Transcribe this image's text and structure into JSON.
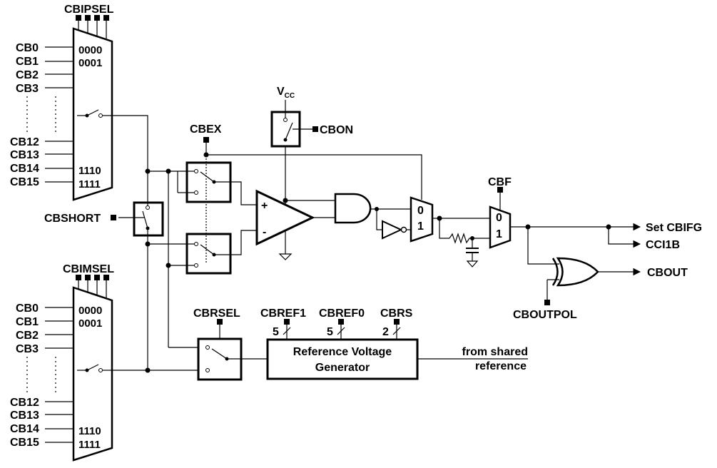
{
  "mux_top": {
    "select_label": "CBIPSEL",
    "inputs_upper": [
      "CB0",
      "CB1",
      "CB2",
      "CB3"
    ],
    "inputs_lower": [
      "CB12",
      "CB13",
      "CB14",
      "CB15"
    ],
    "codes": [
      "0000",
      "0001",
      "1110",
      "1111"
    ]
  },
  "mux_bottom": {
    "select_label": "CBIMSEL",
    "inputs_upper": [
      "CB0",
      "CB1",
      "CB2",
      "CB3"
    ],
    "inputs_lower": [
      "CB12",
      "CB13",
      "CB14",
      "CB15"
    ],
    "codes": [
      "0000",
      "0001",
      "1110",
      "1111"
    ]
  },
  "labels": {
    "cbshort": "CBSHORT",
    "cbex": "CBEX",
    "vcc_main": "V",
    "vcc_sub": "CC",
    "cbon": "CBON",
    "plus": "+",
    "minus": "-",
    "mux1_in0": "0",
    "mux1_in1": "1",
    "cbf": "CBF",
    "mux2_in0": "0",
    "mux2_in1": "1",
    "set_cbifg": "Set CBIFG",
    "cci1b": "CCI1B",
    "cbout": "CBOUT",
    "cboutpol": "CBOUTPOL",
    "cbrsel": "CBRSEL",
    "cbref1": "CBREF1",
    "cbref0": "CBREF0",
    "cbrs": "CBRS",
    "bus_cbref1": "5",
    "bus_cbref0": "5",
    "bus_cbrs": "2",
    "ref_gen_line1": "Reference Voltage",
    "ref_gen_line2": "Generator",
    "shared_line1": "from shared",
    "shared_line2": "reference"
  }
}
